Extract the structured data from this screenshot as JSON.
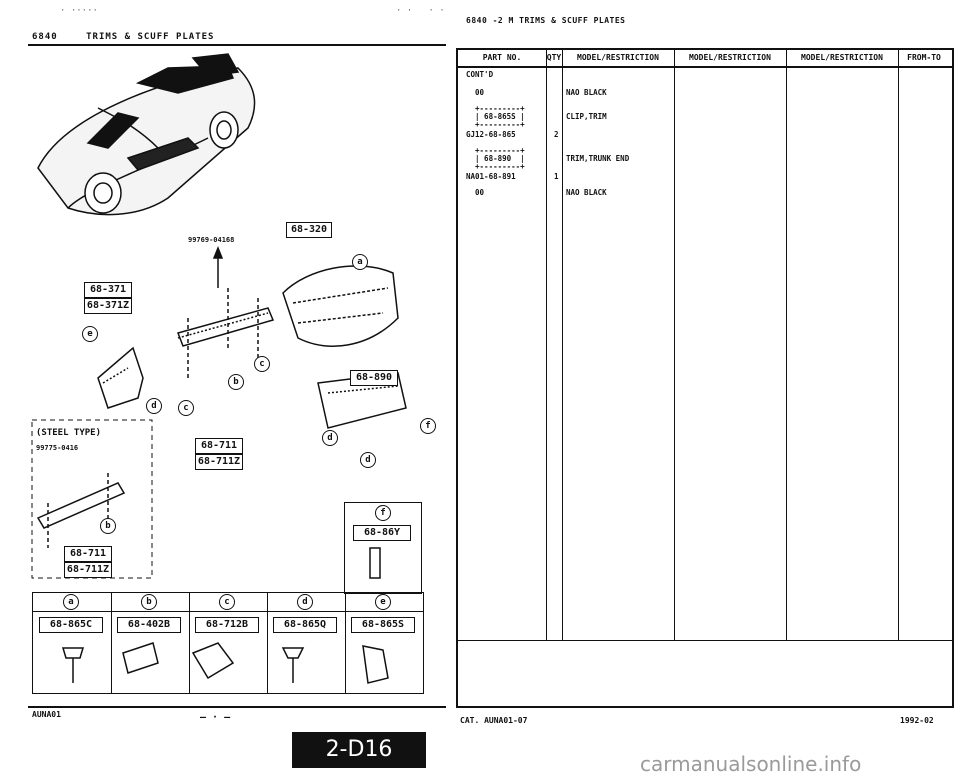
{
  "header": {
    "left_code": "6840",
    "left_title": "TRIMS & SCUFF PLATES",
    "right_title": "6840 -2 M TRIMS & SCUFF PLATES"
  },
  "table": {
    "columns": [
      "PART NO.",
      "QTY",
      "MODEL/RESTRICTION",
      "MODEL/RESTRICTION",
      "MODEL/RESTRICTION",
      "FROM-TO"
    ],
    "rows": [
      {
        "part": "CONT'D",
        "qty": "",
        "model": ""
      },
      {
        "part": "  00",
        "qty": "",
        "model": "NAO BLACK"
      },
      {
        "part": "  +---------+",
        "qty": "",
        "model": ""
      },
      {
        "part": "  | 68-865S |",
        "qty": "",
        "model": "CLIP,TRIM"
      },
      {
        "part": "  +---------+",
        "qty": "",
        "model": ""
      },
      {
        "part": "GJ12-68-865",
        "qty": "2",
        "model": ""
      },
      {
        "part": "  +---------+",
        "qty": "",
        "model": ""
      },
      {
        "part": "  | 68-890  |",
        "qty": "",
        "model": "TRIM,TRUNK END"
      },
      {
        "part": "  +---------+",
        "qty": "",
        "model": ""
      },
      {
        "part": "NA01-68-891",
        "qty": "1",
        "model": ""
      },
      {
        "part": "  00",
        "qty": "",
        "model": "NAO BLACK"
      }
    ]
  },
  "diagram": {
    "callouts": {
      "c_68_320": "68-320",
      "c_68_371": "68-371",
      "c_68_371z": "68-371Z",
      "c_68_890": "68-890",
      "c_68_711_a": "68-711",
      "c_68_711z_a": "68-711Z",
      "c_68_711_b": "68-711",
      "c_68_711z_b": "68-711Z"
    },
    "part_label_1": "99769-04168",
    "part_label_2": "99775-0416",
    "steel_type": "(STEEL TYPE)",
    "letters": [
      "a",
      "b",
      "c",
      "d",
      "e",
      "f"
    ],
    "grid": {
      "top_letters": [
        "a",
        "b",
        "c",
        "d",
        "e"
      ],
      "codes": [
        "68-865C",
        "68-402B",
        "68-712B",
        "68-865Q",
        "68-865S"
      ],
      "side_letter": "f",
      "side_code": "68-86Y"
    }
  },
  "footer": {
    "left_code": "AUNA01",
    "dashes": "— · —",
    "catalog": "CAT. AUNA01-07",
    "date": "1992-02",
    "page": "2-D16"
  },
  "watermark": "carmanualsonline.info"
}
